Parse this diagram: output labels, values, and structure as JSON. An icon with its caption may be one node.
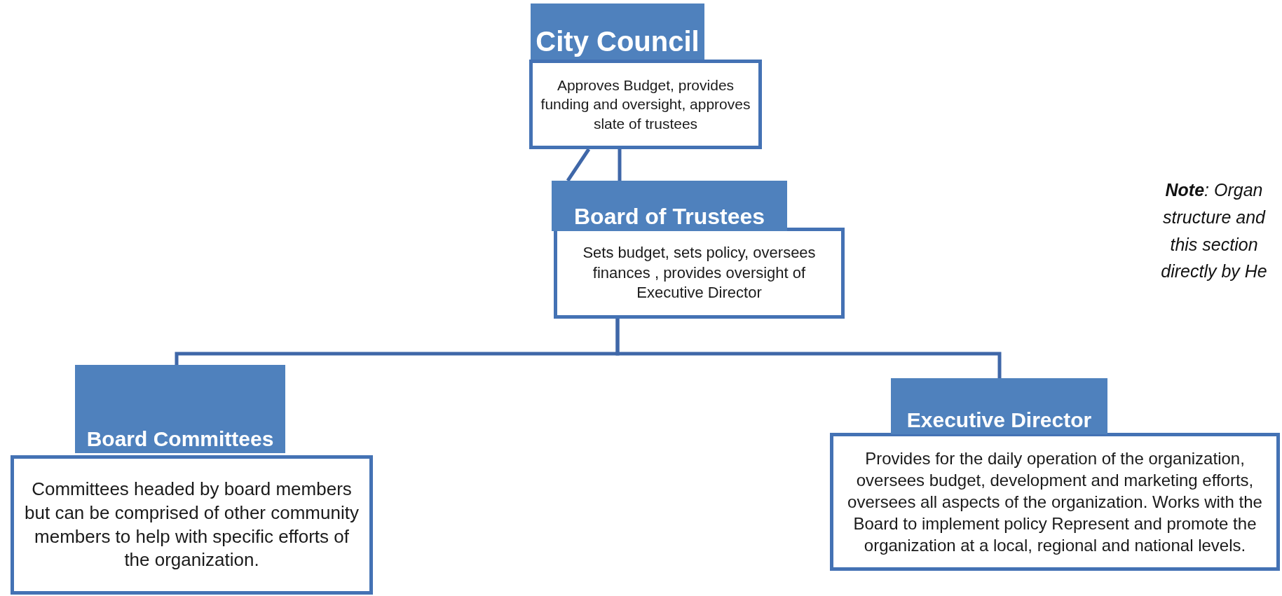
{
  "diagram": {
    "nodes": [
      {
        "text": [
          "City Council",
          "Approves Budget, provides funding and oversight, approves slate of trustees"
        ]
      },
      {
        "text": [
          "Board of Trustees",
          "Sets budget, sets policy, oversees finances , provides oversight of Executive Director"
        ]
      },
      {
        "text": [
          "Board Committees",
          "Committees headed by board members but can be comprised of other community members to help with specific efforts of the organization."
        ]
      },
      {
        "text": [
          "Executive Director",
          "Provides for the daily operation of the organization, oversees budget, development and marketing efforts, oversees all aspects of the organization. Works with the Board to implement policy  Represent and promote the organization at a local, regional and national levels."
        ]
      }
    ],
    "edges": [
      {
        "from": 0,
        "to": 1,
        "arrow": "none"
      },
      {
        "from": 0,
        "to": 1,
        "arrow": "none"
      },
      {
        "from": 1,
        "to": 2,
        "arrow": "none"
      },
      {
        "from": 1,
        "to": 3,
        "arrow": "none"
      }
    ],
    "labels": [
      "**Note**: Organ structure and this section directly by He"
    ]
  }
}
